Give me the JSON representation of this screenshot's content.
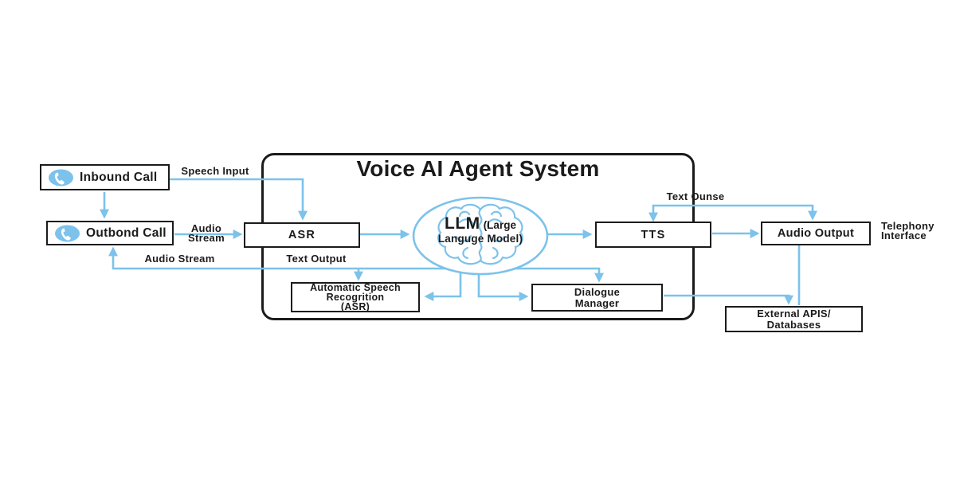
{
  "colors": {
    "accent": "#7CC2EB",
    "ink": "#1B1B1B",
    "background": "#FFFFFF"
  },
  "system": {
    "title": "Voice AI Agent System"
  },
  "nodes": {
    "inbound_call": {
      "label": "Inbound Call"
    },
    "outbond_call": {
      "label": "Outbond Call"
    },
    "asr": {
      "label": "ASR"
    },
    "llm": {
      "abbr": "LLM",
      "paren_line1": "(Large",
      "paren_line2": "Languge Model)"
    },
    "tts": {
      "label": "TTS"
    },
    "audio_output": {
      "label": "Audio Output"
    },
    "speech_recognition": {
      "line1": "Automatic Speech",
      "line2": "Recogrition",
      "line3": "(ASR)"
    },
    "dialogue_manager": {
      "line1": "Dialogue",
      "line2": "Manager"
    },
    "external_apis": {
      "line1": "External APIS/",
      "line2": "Databases"
    }
  },
  "edge_labels": {
    "speech_input": "Speech Input",
    "audio_stream_out_line1": "Audio",
    "audio_stream_out_line2": "Stream",
    "audio_stream_return": "Audio Stream",
    "text_output": "Text Output",
    "text_ounse": "Text Ounse",
    "telephony_line1": "Telephony",
    "telephony_line2": "Interface"
  }
}
